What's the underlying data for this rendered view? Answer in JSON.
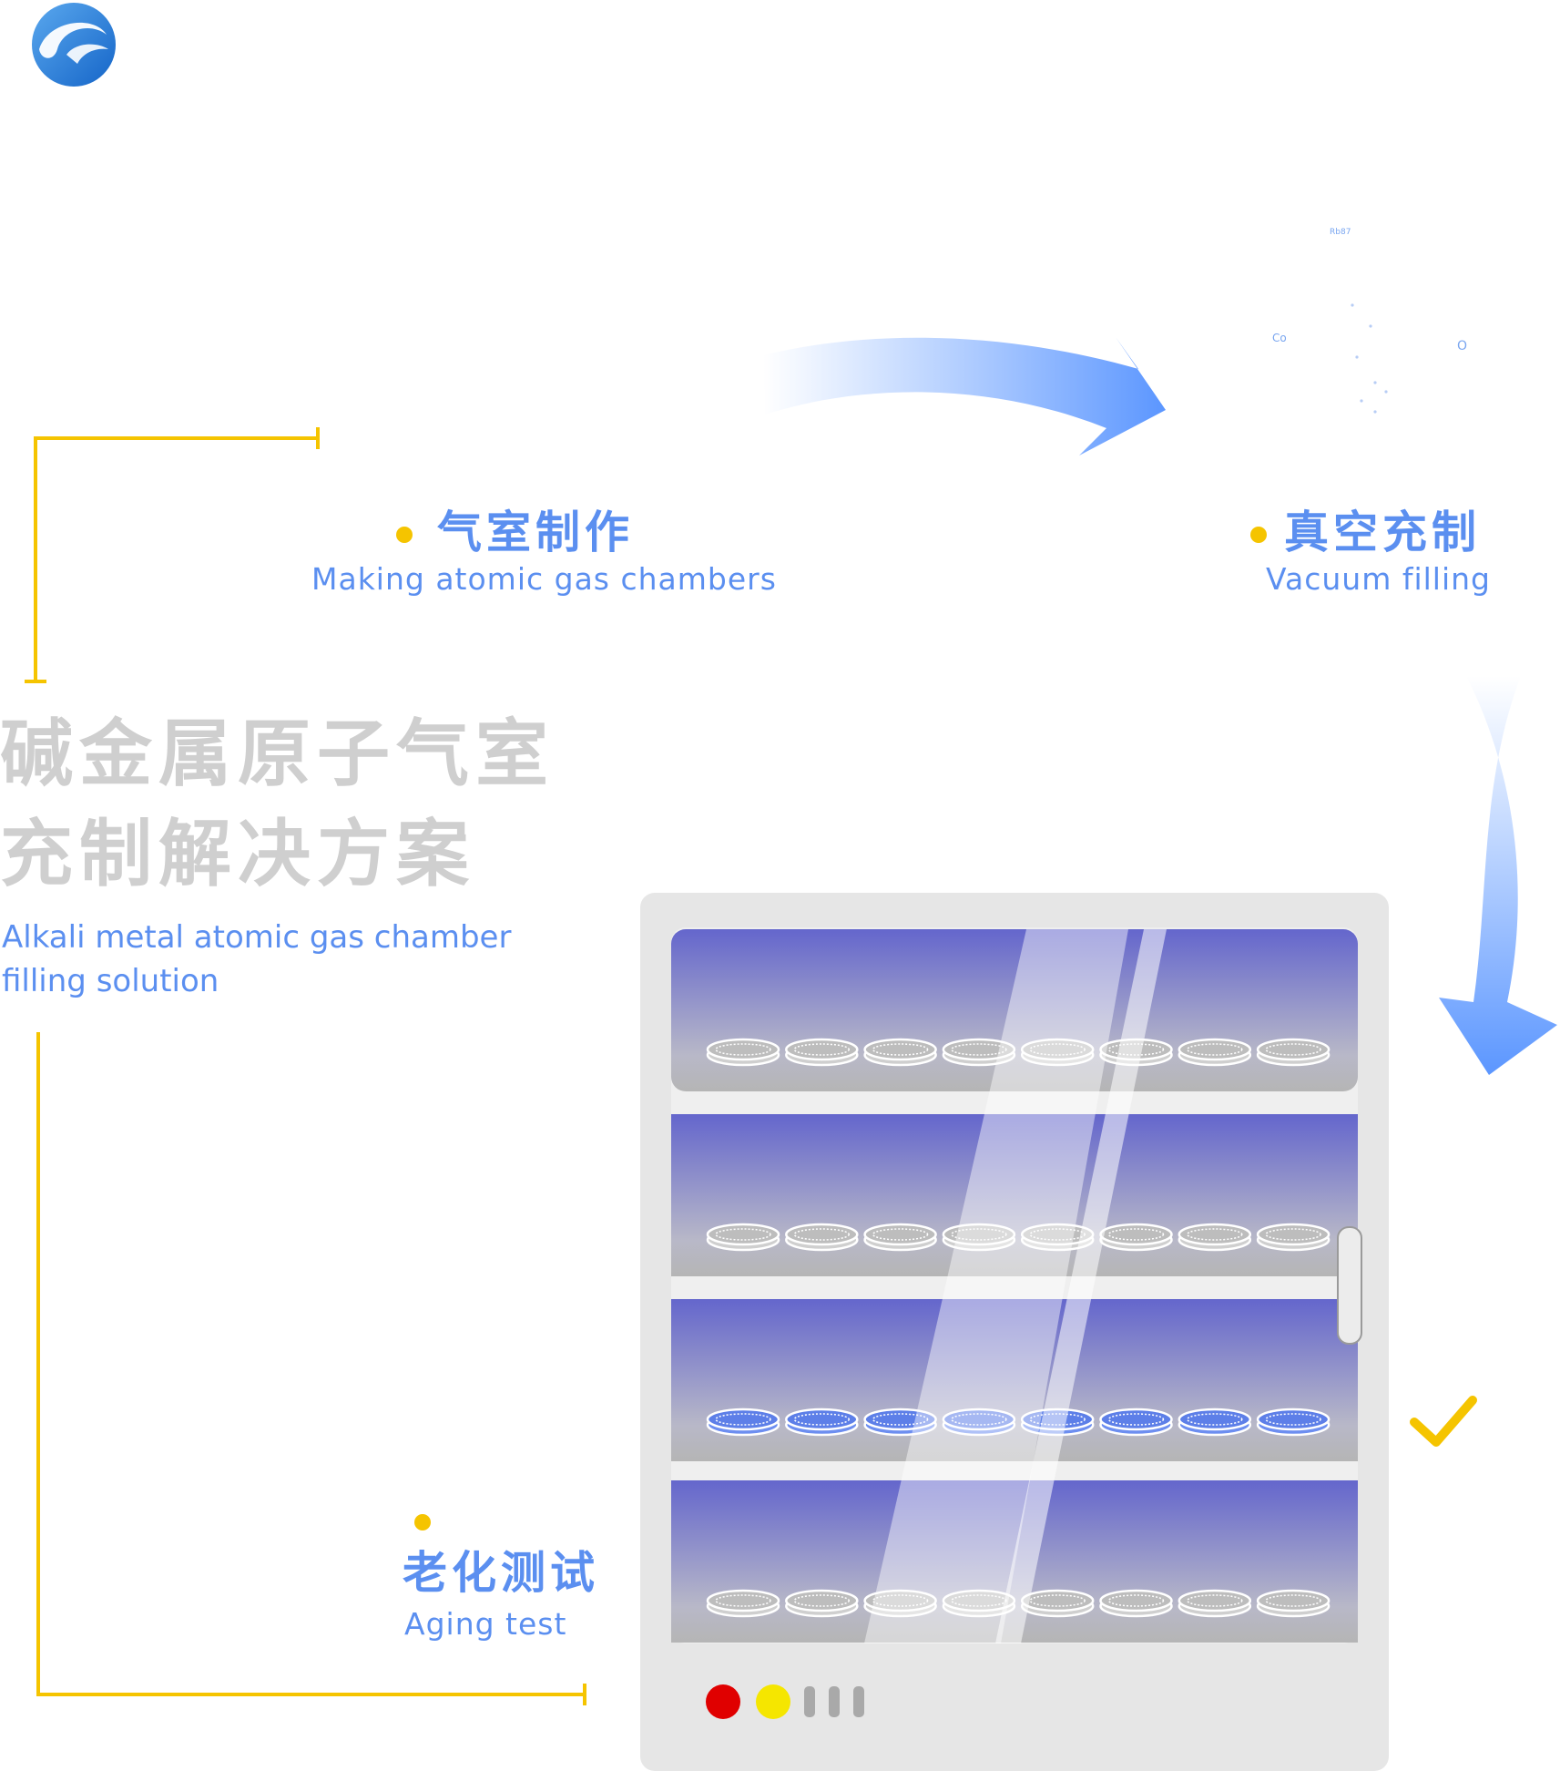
{
  "brand": {
    "logo_icon": "swirl-logo-icon",
    "colors": {
      "accent_blue": "#5b8ff0",
      "accent_yellow": "#f5c400",
      "title_grey": "#cfcfcf"
    }
  },
  "steps": {
    "making": {
      "cn": "气室制作",
      "en": "Making atomic gas chambers"
    },
    "vacuum": {
      "cn": "真空充制",
      "en": "Vacuum filling"
    },
    "aging": {
      "cn": "老化测试",
      "en": "Aging test"
    }
  },
  "title": {
    "cn_line1": "碱金属原子气室",
    "cn_line2": "充制解决方案",
    "en_line1": "Alkali metal atomic gas chamber",
    "en_line2": "filling solution"
  },
  "vacuum_labels": {
    "rb": "Rb87",
    "co": "Co",
    "o": "O"
  },
  "oven": {
    "shelves": 4,
    "cells_per_shelf": 8,
    "filled_shelf": 3,
    "indicator_lights": [
      "#e00000",
      "#f5e600"
    ]
  },
  "icons": [
    "arrow-curve-right-icon",
    "arrow-curve-down-icon",
    "check-icon"
  ]
}
